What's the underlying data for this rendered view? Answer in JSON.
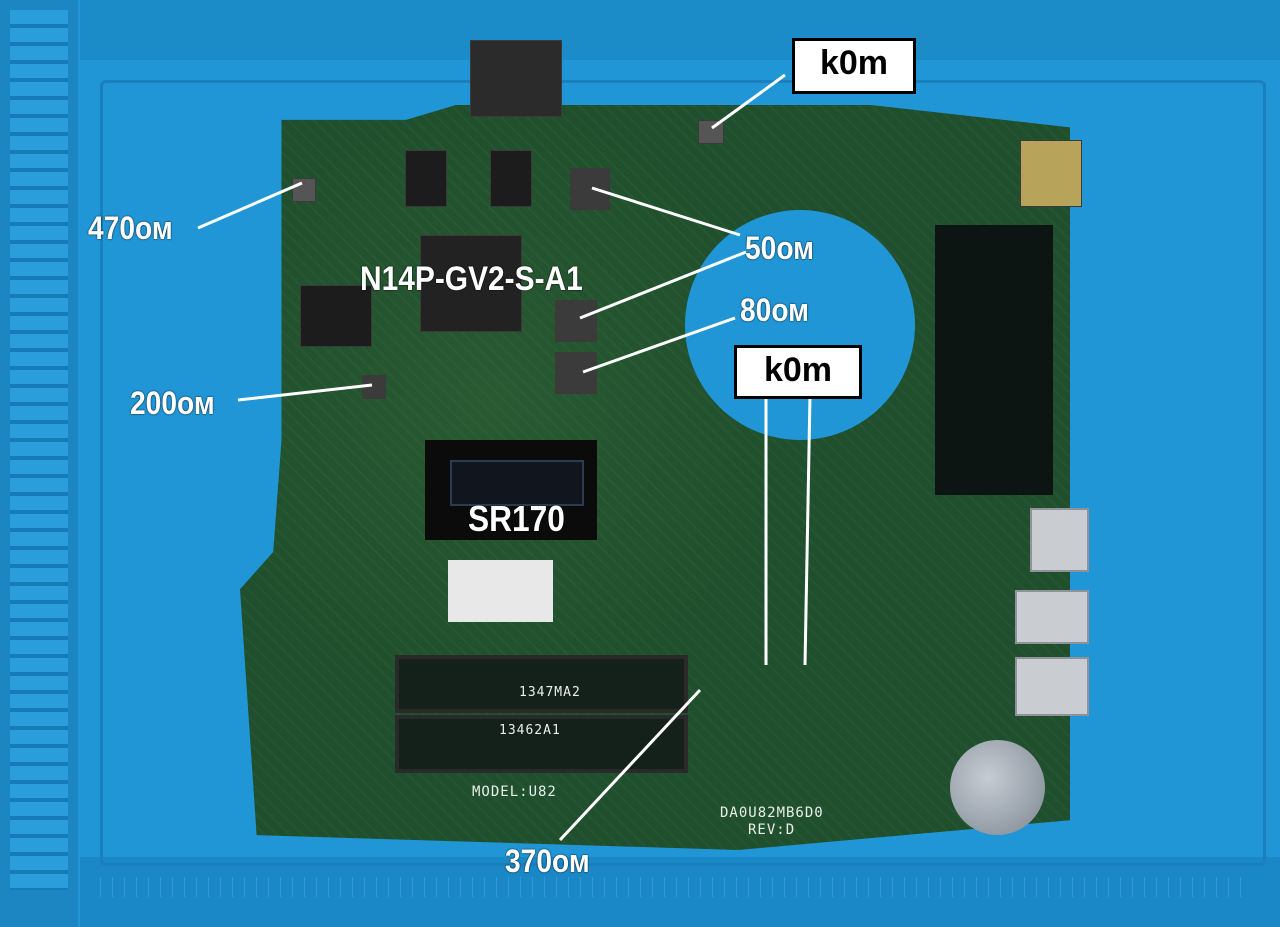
{
  "image": {
    "subject": "laptop motherboard on blue repair mat with resistance annotations",
    "colors": {
      "mat": "#2196d6",
      "board": "#1f4f2c",
      "annotation_text": "#ffffff",
      "box_fill": "#ffffff",
      "box_text": "#000000"
    }
  },
  "annotations": {
    "gpu_label": "N14P-GV2-S-A1",
    "cpu_label": "SR170",
    "r_470": "470ом",
    "r_50": "50ом",
    "r_80": "80ом",
    "r_200": "200ом",
    "r_370": "370ом",
    "box_top": "k0m",
    "box_mid": "k0m"
  },
  "board_silkscreen": {
    "model": "MODEL:U82",
    "part": "DA0U82MB6D0",
    "rev": "REV:D",
    "ram_a": "1347MA2",
    "ram_b": "13462A1"
  }
}
